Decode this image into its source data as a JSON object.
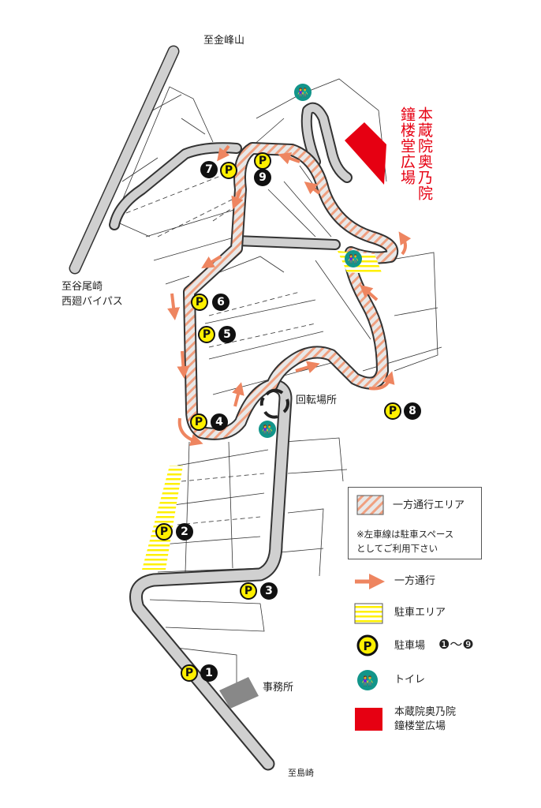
{
  "labels": {
    "to_kinbosan": "至金峰山",
    "to_taniozaki_1": "至谷尾崎",
    "to_taniozaki_2": "西廻バイパス",
    "turnaround": "回転場所",
    "office": "事務所",
    "to_shimazaki": "至島崎",
    "temple_line1": "本蔵院奥乃院",
    "temple_line2": "鐘楼堂広場"
  },
  "parking": [
    {
      "p": "P",
      "num": "1"
    },
    {
      "p": "P",
      "num": "2"
    },
    {
      "p": "P",
      "num": "3"
    },
    {
      "p": "P",
      "num": "4"
    },
    {
      "p": "P",
      "num": "5"
    },
    {
      "p": "P",
      "num": "6"
    },
    {
      "p": "P",
      "num": "7"
    },
    {
      "p": "P",
      "num": "8"
    },
    {
      "p": "P",
      "num": "9"
    }
  ],
  "legend": {
    "oneway_area": "一方通行エリア",
    "note_1": "※左車線は駐車スペース",
    "note_2": "としてご利用下さい",
    "oneway": "一方通行",
    "parking_area": "駐車エリア",
    "parking_lot": "駐車場",
    "parking_range": "❶〜❾",
    "toilet": "トイレ",
    "temple_1": "本蔵院奥乃院",
    "temple_2": "鐘楼堂広場"
  },
  "colors": {
    "road": "#d0d0d0",
    "hatch": "#f0a080",
    "arrow": "#ee8560",
    "parking": "#fff000",
    "toilet": "#12958a",
    "temple": "#e60012",
    "office": "#888888"
  }
}
